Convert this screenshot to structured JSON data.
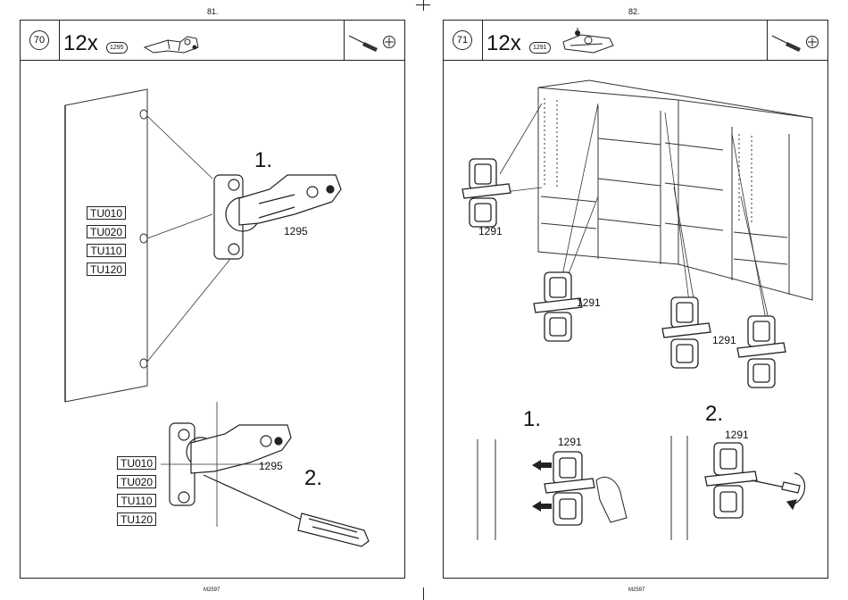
{
  "left_page": {
    "page_number": "81.",
    "step_number": "70",
    "quantity": "12x",
    "part_tag": "1295",
    "tool_icon": "screwdriver-icon",
    "screw_icon": "phillips-screw-icon",
    "door_labels": [
      "TU010",
      "TU020",
      "TU110",
      "TU120"
    ],
    "callout_1": "1.",
    "callout_2": "2.",
    "part_label_top": "1295",
    "part_label_bottom": "1295",
    "hinge_labels": [
      "TU010",
      "TU020",
      "TU110",
      "TU120"
    ],
    "footer": "M2597"
  },
  "right_page": {
    "page_number": "82.",
    "step_number": "71",
    "quantity": "12x",
    "part_tag": "1291",
    "tool_icon": "screwdriver-icon",
    "screw_icon": "phillips-screw-icon",
    "part_labels": [
      "1291",
      "1291",
      "1291"
    ],
    "callout_1": "1.",
    "callout_2": "2.",
    "detail_label_1": "1291",
    "detail_label_2": "1291",
    "footer": "M2597"
  }
}
